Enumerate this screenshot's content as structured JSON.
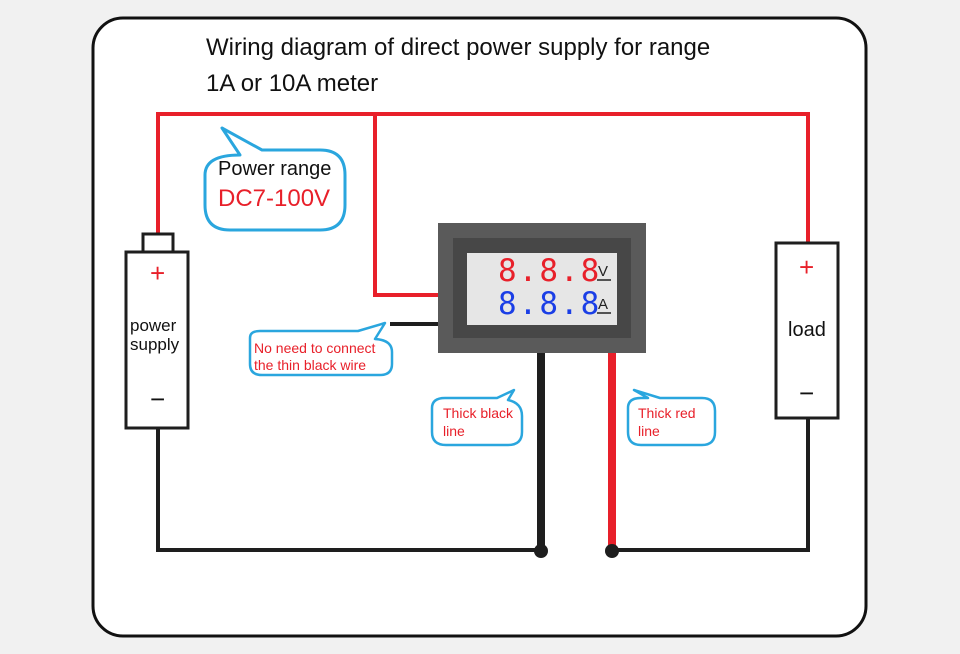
{
  "title": {
    "line1": "Wiring diagram of direct power supply for range",
    "line2": "1A or 10A meter"
  },
  "callouts": {
    "power_range": {
      "label": "Power range",
      "value": "DC7-100V"
    },
    "thin_wire": {
      "line1": "No need to connect",
      "line2": "the thin black wire"
    },
    "thick_black": {
      "line1": "Thick black",
      "line2": "line"
    },
    "thick_red": {
      "line1": "Thick red",
      "line2": "line"
    }
  },
  "power_supply": {
    "label_line1": "power",
    "label_line2": "supply",
    "plus": "+",
    "minus": "−"
  },
  "load": {
    "label": "load",
    "plus": "+",
    "minus": "−"
  },
  "meter": {
    "voltage_digits": "8.8.8",
    "current_digits": "8.8.8",
    "voltage_unit": "V",
    "current_unit": "A"
  },
  "colors": {
    "positive_wire": "#e8202a",
    "negative_wire": "#1e1e1e",
    "callout_border": "#2aa6de",
    "callout_text_red": "#e8202a",
    "voltage_display": "#e8202a",
    "current_display": "#1a3ee6",
    "meter_body": "#5a5a5a",
    "meter_bezel": "#444444",
    "meter_screen": "#e6e6e6"
  }
}
